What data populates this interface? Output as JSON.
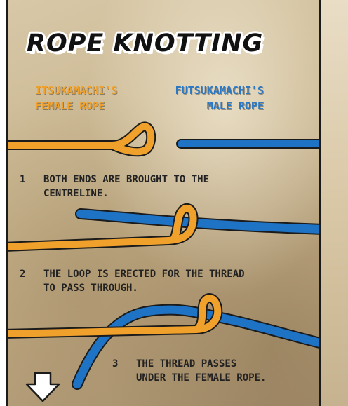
{
  "title": "ROPE KNOTTING",
  "labels": {
    "female_line1": "ITSUKAMACHI'S",
    "female_line2": "FEMALE ROPE",
    "male_line1": "FUTSUKAMACHI'S",
    "male_line2": "MALE ROPE"
  },
  "steps": [
    {
      "number": "1",
      "line1": "BOTH ENDS ARE BROUGHT TO THE",
      "line2": "CENTRELINE."
    },
    {
      "number": "2",
      "line1": "THE LOOP IS ERECTED FOR THE THREAD",
      "line2": "TO PASS THROUGH."
    },
    {
      "number": "3",
      "line1": "THE THREAD PASSES",
      "line2": "UNDER THE FEMALE ROPE."
    }
  ],
  "colors": {
    "female_rope": "#f0a12b",
    "male_rope": "#1f73c4",
    "outline": "#1b1b1b"
  },
  "icons": {
    "next": "down-arrow-icon"
  }
}
